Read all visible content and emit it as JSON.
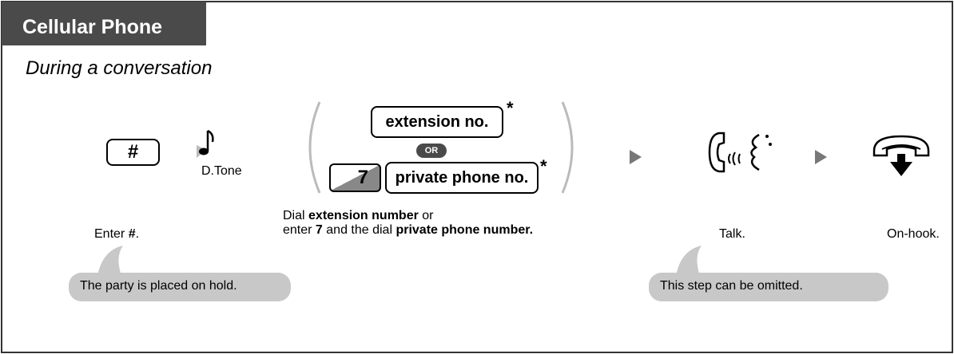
{
  "header": {
    "title": "Cellular Phone"
  },
  "subtitle": "During a conversation",
  "steps": {
    "hash_key": "#",
    "dtone_label": "D.Tone",
    "extension_box": "extension no.",
    "asterisk": "*",
    "or_label": "OR",
    "seven_key": "7",
    "private_box": "private phone no."
  },
  "captions": {
    "enter_prefix": "Enter ",
    "enter_bold": "#",
    "enter_suffix": ".",
    "dial_line1_prefix": "Dial ",
    "dial_line1_bold": "extension number",
    "dial_line1_suffix": " or",
    "dial_line2_prefix": "enter ",
    "dial_line2_bold1": "7",
    "dial_line2_mid": " and the dial ",
    "dial_line2_bold2": "private phone number.",
    "talk": "Talk.",
    "onhook": "On-hook."
  },
  "notes": {
    "hold": "The party is placed on hold.",
    "omit": "This step can be omitted."
  },
  "icons": [
    "music-note-icon",
    "arrow-right-icon",
    "talk-icon",
    "on-hook-icon"
  ],
  "colors": {
    "header_bg": "#4a4a4a",
    "bubble_bg": "#c8c8c8",
    "arrow": "#777777"
  }
}
